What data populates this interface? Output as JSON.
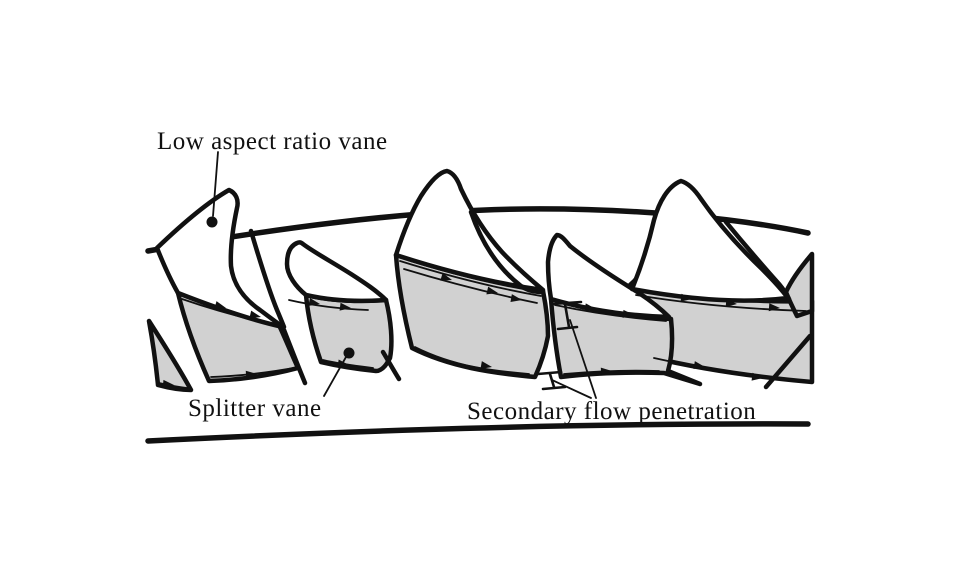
{
  "figure": {
    "labels": {
      "low_aspect_ratio_vane": "Low aspect ratio vane",
      "splitter_vane": "Splitter vane",
      "secondary_flow_penetration": "Secondary flow penetration"
    },
    "colors": {
      "background": "#ffffff",
      "line": "#111111",
      "vane_fill": "#d1d1d1",
      "fin_fill": "#ffffff"
    }
  }
}
